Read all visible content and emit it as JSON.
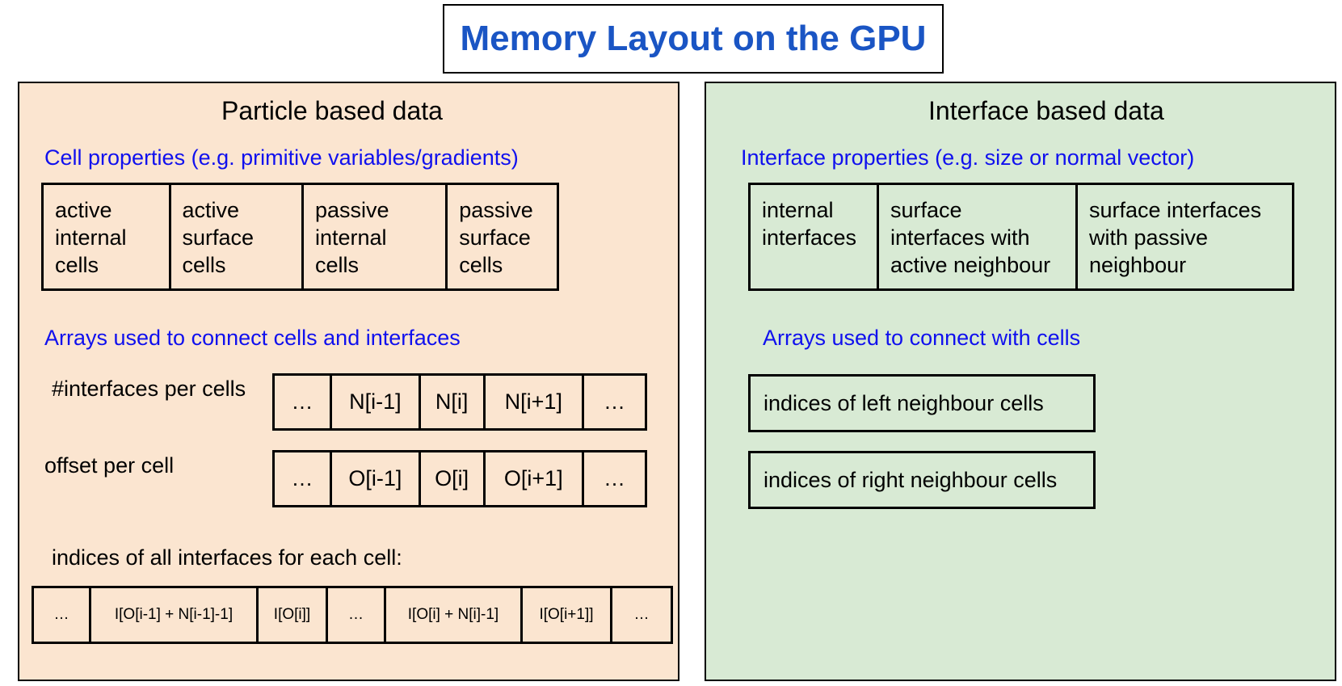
{
  "title": "Memory Layout on the GPU",
  "left_panel": {
    "title": "Particle based data",
    "cell_properties_heading": "Cell properties (e.g. primitive variables/gradients)",
    "cell_types": [
      "active\ninternal\ncells",
      "active\nsurface\ncells",
      "passive\ninternal\ncells",
      "passive\nsurface\ncells"
    ],
    "arrays_heading": "Arrays used to connect cells and interfaces",
    "interfaces_per_cell": {
      "label": "#interfaces per cells",
      "values": [
        "…",
        "N[i-1]",
        "N[i]",
        "N[i+1]",
        "…"
      ]
    },
    "offset_per_cell": {
      "label": "offset per cell",
      "values": [
        "…",
        "O[i-1]",
        "O[i]",
        "O[i+1]",
        "…"
      ]
    },
    "indices_all_interfaces": {
      "label": "indices of all interfaces for each cell:",
      "values": [
        "…",
        "I[O[i-1] + N[i-1]-1]",
        "I[O[i]]",
        "…",
        "I[O[i] + N[i]-1]",
        "I[O[i+1]]",
        "…"
      ]
    }
  },
  "right_panel": {
    "title": "Interface based data",
    "interface_properties_heading": "Interface properties (e.g. size or normal vector)",
    "interface_types": [
      "internal\ninterfaces",
      "surface\ninterfaces with\nactive neighbour",
      "surface interfaces\nwith passive\nneighbour"
    ],
    "arrays_heading": "Arrays used to connect with cells",
    "left_neighbour": "indices of left neighbour cells",
    "right_neighbour": "indices of right neighbour cells"
  }
}
